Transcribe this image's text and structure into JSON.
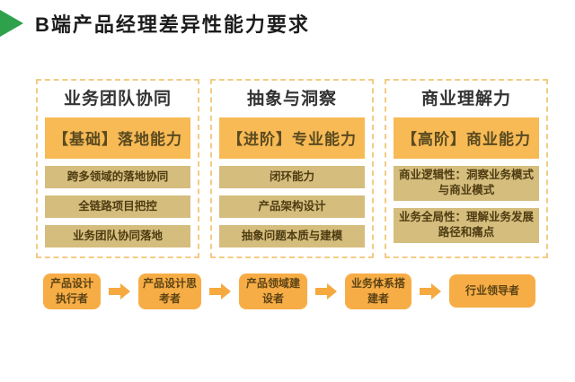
{
  "title": "B端产品经理差异性能力要求",
  "colors": {
    "green": "#2fa14c",
    "orange": "#f7ba55",
    "orange2": "#f7ad45",
    "tan": "#d5bd7d",
    "arrow": "#f5a93f",
    "dash": "#f2cc84"
  },
  "icons": {
    "title_marker": "green-right-triangle",
    "flow_arrow": "orange-block-right-arrow"
  },
  "columns": [
    {
      "header": "业务团队协同",
      "level_label": "【基础】落地能力",
      "items": [
        "跨多领域的落地协同",
        "全链路项目把控",
        "业务团队协同落地"
      ]
    },
    {
      "header": "抽象与洞察",
      "level_label": "【进阶】专业能力",
      "items": [
        "闭环能力",
        "产品架构设计",
        "抽象问题本质与建模"
      ]
    },
    {
      "header": "商业理解力",
      "level_label": "【高阶】商业能力",
      "items": [
        "商业逻辑性：洞察业务模式与商业模式",
        "业务全局性：理解业务发展路径和痛点"
      ]
    }
  ],
  "progression": [
    "产品设计执行者",
    "产品设计思考者",
    "产品领域建设者",
    "业务体系搭建者",
    "行业领导者"
  ]
}
